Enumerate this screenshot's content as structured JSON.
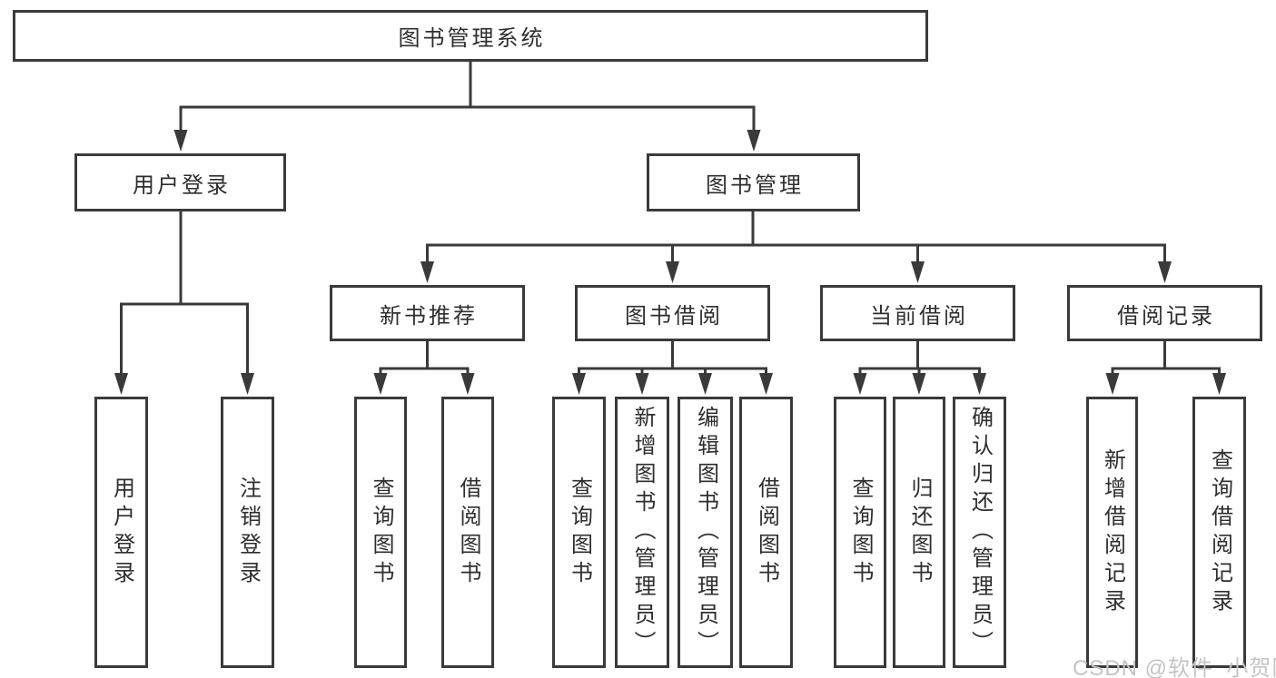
{
  "diagram": {
    "title": "图书管理系统",
    "type": "function-structure-tree",
    "colors": {
      "line": "#3a3a3a",
      "box_border": "#3a3a3a",
      "text": "#2e2e2e",
      "background": "#ffffff",
      "watermark": "#c4c4c4"
    }
  },
  "nodes": {
    "root": "图书管理系统",
    "user_login": "用户登录",
    "book_mgmt": "图书管理",
    "new_book_rec": "新书推荐",
    "book_borrow": "图书借阅",
    "current_borrow": "当前借阅",
    "borrow_records": "借阅记录",
    "leaf_user_login": "用户登录",
    "leaf_logout": "注销登录",
    "leaf_nb_query": "查询图书",
    "leaf_nb_borrow": "借阅图书",
    "leaf_bb_query": "查询图书",
    "leaf_bb_add": "新增图书（管理员）",
    "leaf_bb_edit": "编辑图书（管理员）",
    "leaf_bb_borrow": "借阅图书",
    "leaf_cb_query": "查询图书",
    "leaf_cb_return": "归还图书",
    "leaf_cb_confirm": "确认归还（管理员）",
    "leaf_br_add": "新增借阅记录",
    "leaf_br_query": "查询借阅记录"
  },
  "hierarchy": {
    "root": [
      "user_login",
      "book_mgmt"
    ],
    "user_login": [
      "leaf_user_login",
      "leaf_logout"
    ],
    "book_mgmt": [
      "new_book_rec",
      "book_borrow",
      "current_borrow",
      "borrow_records"
    ],
    "new_book_rec": [
      "leaf_nb_query",
      "leaf_nb_borrow"
    ],
    "book_borrow": [
      "leaf_bb_query",
      "leaf_bb_add",
      "leaf_bb_edit",
      "leaf_bb_borrow"
    ],
    "current_borrow": [
      "leaf_cb_query",
      "leaf_cb_return",
      "leaf_cb_confirm"
    ],
    "borrow_records": [
      "leaf_br_add",
      "leaf_br_query"
    ]
  },
  "watermark": "CSDN @软件_小贺同学"
}
